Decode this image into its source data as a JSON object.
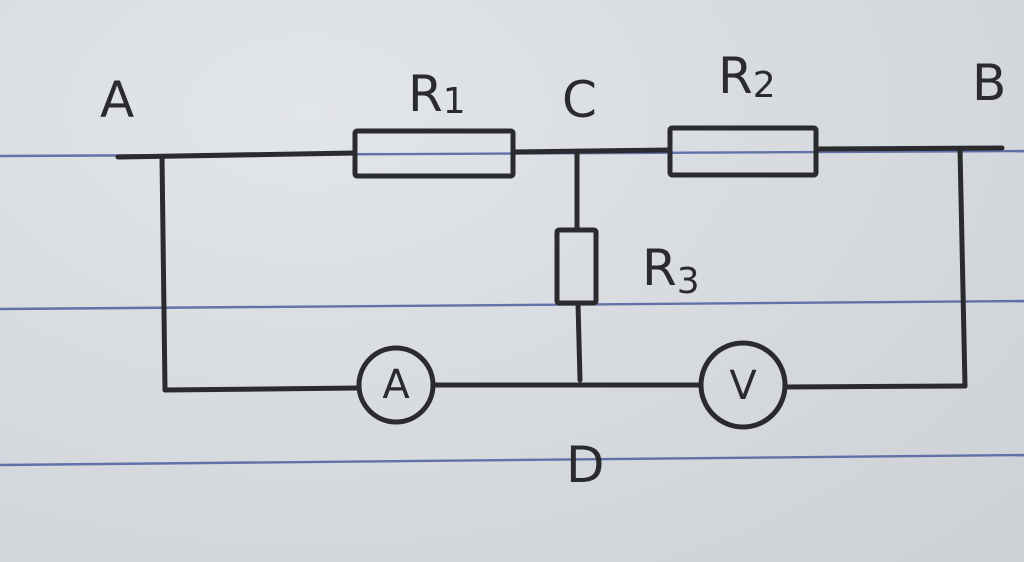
{
  "diagram": {
    "nodes": {
      "a": "A",
      "b": "B",
      "c": "C",
      "d": "D"
    },
    "resistors": {
      "r1": {
        "letter": "R",
        "index": "1"
      },
      "r2": {
        "letter": "R",
        "index": "2"
      },
      "r3": {
        "letter": "R",
        "index": "3"
      }
    },
    "meters": {
      "ammeter": "A",
      "voltmeter": "V"
    },
    "colors": {
      "ink": "#2b2b2e",
      "ruling": "#4f5fa0",
      "paper": "#d9dde2"
    }
  }
}
